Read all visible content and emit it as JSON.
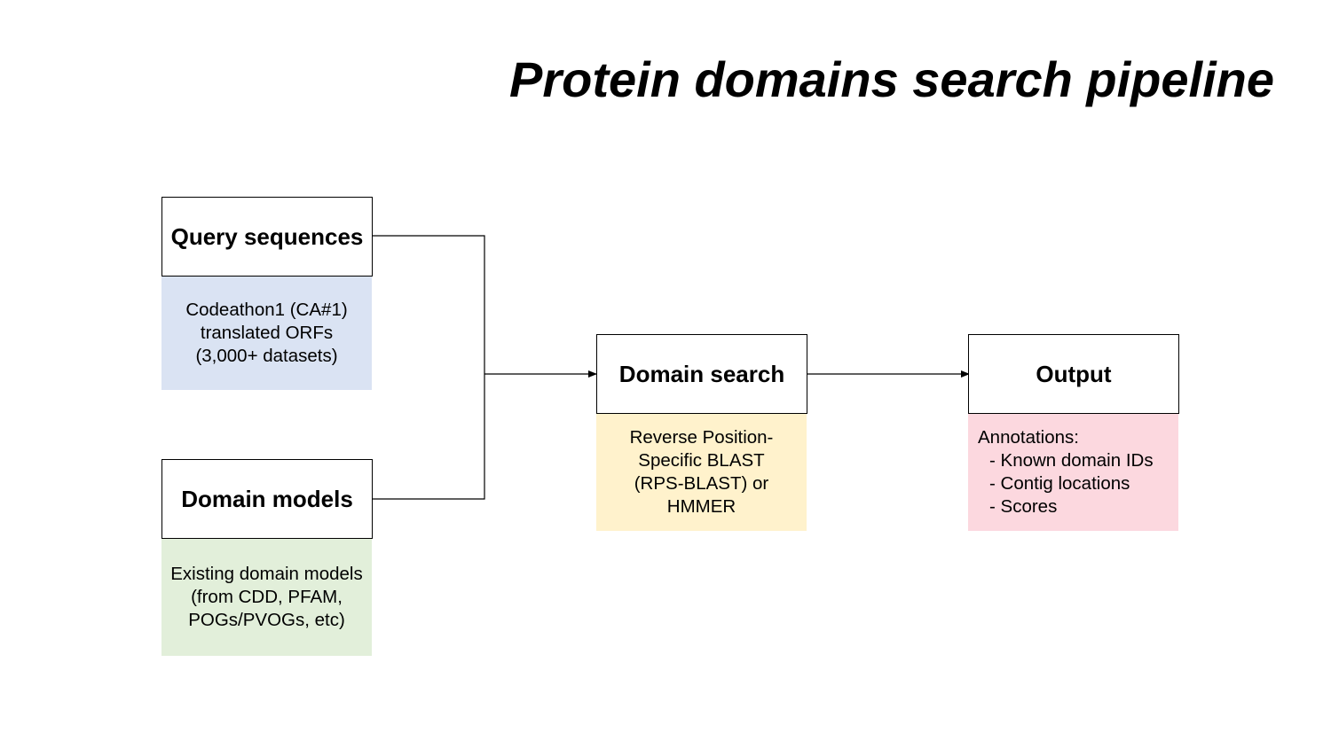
{
  "title": "Protein domains search pipeline",
  "colors": {
    "query_note_bg": "#dae3f3",
    "models_note_bg": "#e2efda",
    "search_note_bg": "#fff2cc",
    "output_note_bg": "#fcd8df",
    "line": "#000000"
  },
  "nodes": {
    "query_sequences": {
      "label": "Query sequences",
      "note": [
        "Codeathon1 (CA#1)",
        "translated ORFs",
        "(3,000+ datasets)"
      ]
    },
    "domain_models": {
      "label": "Domain models",
      "note": [
        "Existing domain models",
        "(from CDD, PFAM,",
        "POGs/PVOGs, etc)"
      ]
    },
    "domain_search": {
      "label": "Domain search",
      "note": [
        "Reverse Position-",
        "Specific BLAST",
        "(RPS-BLAST) or",
        "HMMER"
      ]
    },
    "output": {
      "label": "Output",
      "note_heading": "Annotations:",
      "note_items": [
        "- Known domain IDs",
        "- Contig locations",
        "- Scores"
      ]
    }
  },
  "edges": [
    {
      "from": "query_sequences",
      "to": "domain_search"
    },
    {
      "from": "domain_models",
      "to": "domain_search"
    },
    {
      "from": "domain_search",
      "to": "output"
    }
  ]
}
